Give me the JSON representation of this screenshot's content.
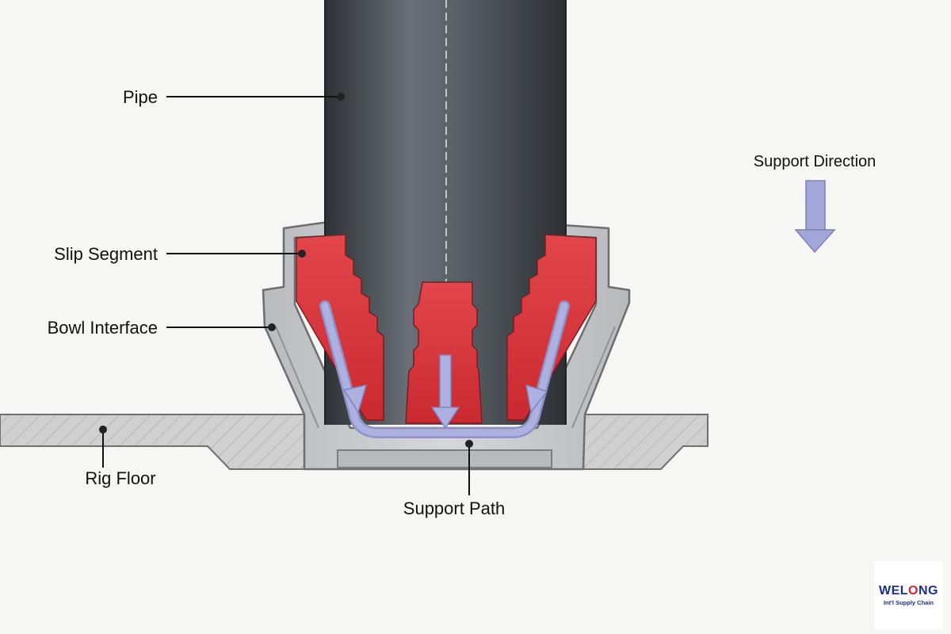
{
  "labels": {
    "pipe": "Pipe",
    "slip_segment": "Slip Segment",
    "bowl_interface": "Bowl Interface",
    "rig_floor": "Rig Floor",
    "support_path": "Support Path",
    "support_direction": "Support Direction"
  },
  "logo": {
    "brand": "WELONG",
    "tagline": "Int'l Supply Chain",
    "brand_colors": {
      "primary": "#1b2f8f",
      "accent": "#d81f2a"
    }
  },
  "colors": {
    "pipe": "#555b61",
    "slip": "#d8343b",
    "bowl": "#c8c9cb",
    "rig_floor": "#cfcfd0",
    "support_arrow": "#a3a6d8"
  }
}
